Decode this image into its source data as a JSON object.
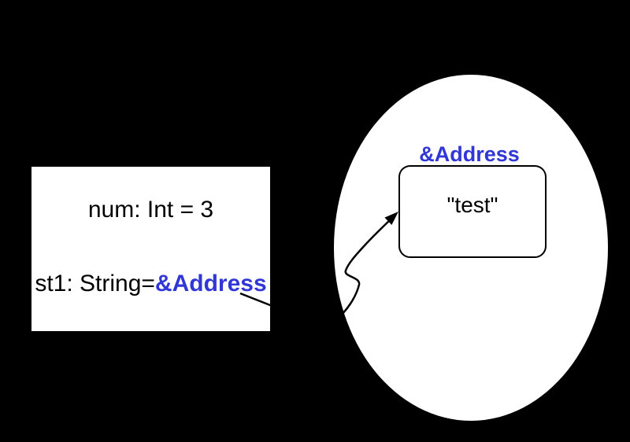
{
  "scene": {
    "background_color": "#000000",
    "shape_fill_color": "#ffffff",
    "line_color": "#000000",
    "pointer_color": "#3136d6"
  },
  "stack_frame": {
    "var_num": "num: Int = 3",
    "var_st1_decl": "st1: String=",
    "var_st1_pointer": "&Address"
  },
  "heap": {
    "address_label": "&Address",
    "object_value": "\"test\""
  }
}
